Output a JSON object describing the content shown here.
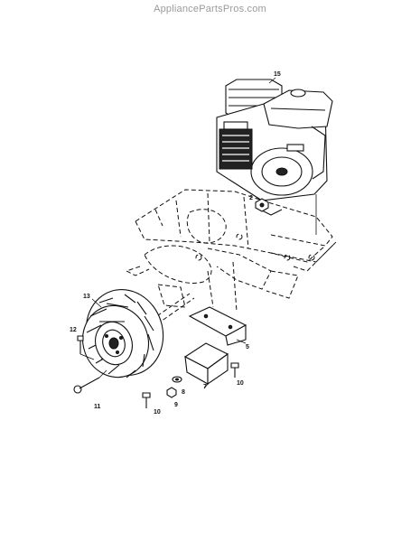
{
  "watermark": "AppliancePartsPros.com",
  "callouts": {
    "c15": "15",
    "c2": "2",
    "c13": "13",
    "c12": "12",
    "c5": "5",
    "c7": "7",
    "c8": "8",
    "c9": "9",
    "c10a": "10",
    "c10b": "10",
    "c11": "11"
  }
}
